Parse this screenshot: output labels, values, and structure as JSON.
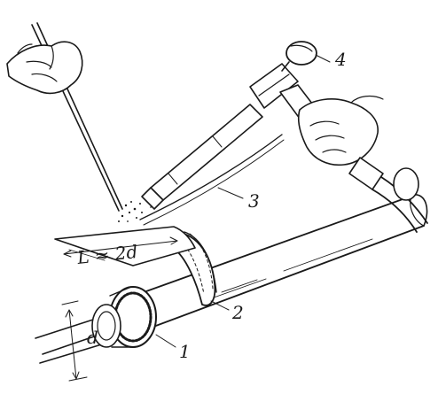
{
  "diagram": {
    "callouts": {
      "one": "1",
      "two": "2",
      "three": "3",
      "four": "4"
    },
    "formula": "L ≈ 2d",
    "diameter": "d"
  }
}
